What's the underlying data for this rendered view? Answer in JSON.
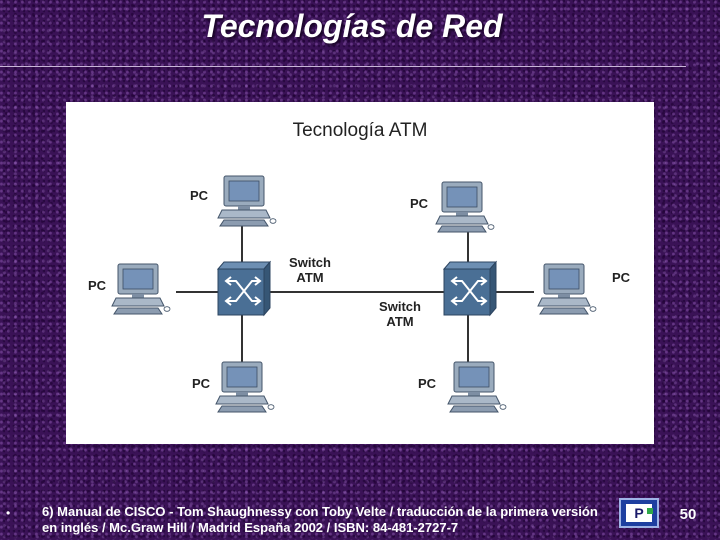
{
  "slide": {
    "title": "Tecnologías de Red",
    "page_number": "50"
  },
  "diagram": {
    "title": "Tecnología ATM",
    "pc_label": "PC",
    "switch_left": {
      "line1": "Switch",
      "line2": "ATM"
    },
    "switch_right": {
      "line1": "Switch",
      "line2": "ATM"
    }
  },
  "footer": {
    "bullet": "•",
    "reference": "6) Manual de CISCO - Tom Shaughnessy con Toby Velte / traducción de la primera versión en inglés / Mc.Graw Hill / Madrid España 2002 / ISBN: 84-481-2727-7"
  },
  "colors": {
    "background": "#3a1256",
    "switch": "#4a6f95",
    "monitor": "#8fa3b8",
    "screen": "#6f8fb8"
  }
}
